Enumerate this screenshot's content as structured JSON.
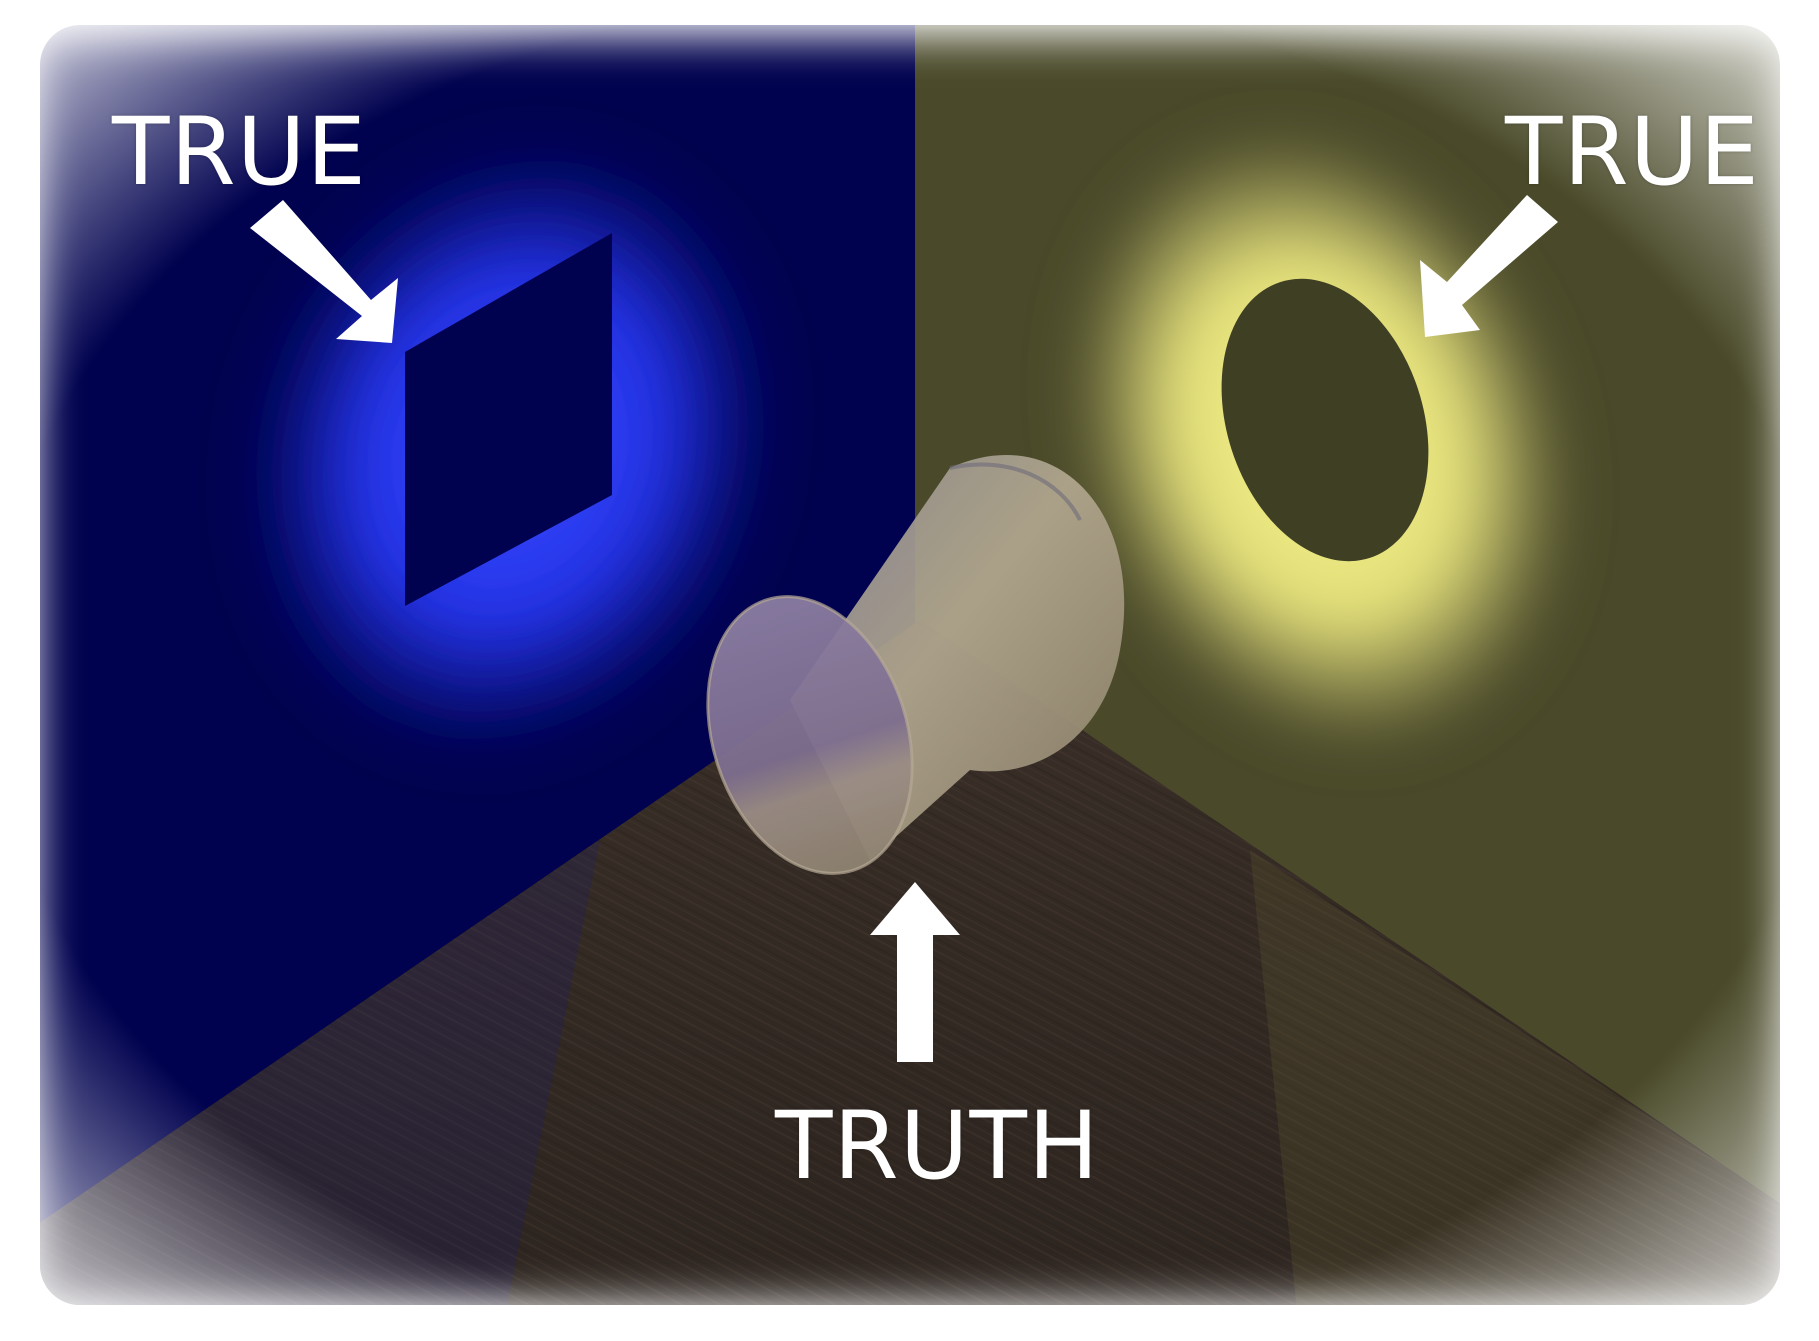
{
  "labels": {
    "left_shadow": "TRUE",
    "right_shadow": "TRUE",
    "object": "TRUTH"
  },
  "shapes": {
    "left_shadow": "square",
    "right_shadow": "circle",
    "object": "cylinder"
  },
  "colors": {
    "left_wall": "#01024f",
    "left_glow": "#2a3cff",
    "right_wall": "#4a4a2a",
    "right_glow": "#f2ef86",
    "floor": "#3a3028",
    "cylinder": "#a89c84",
    "arrow": "#ffffff",
    "text": "#ffffff"
  }
}
